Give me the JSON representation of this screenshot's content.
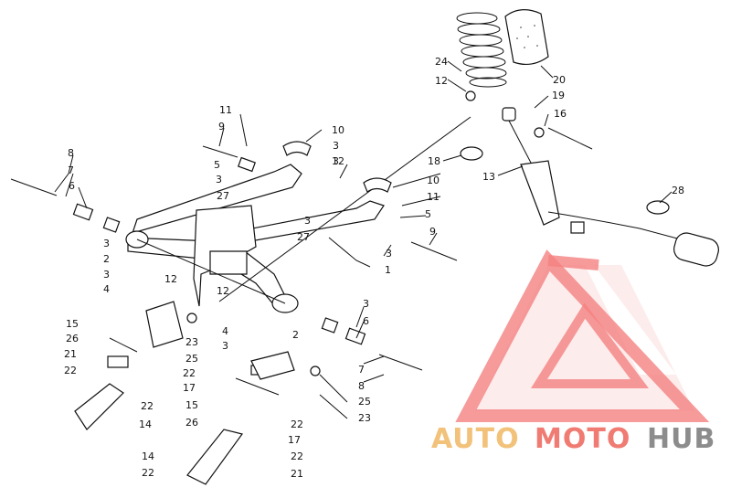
{
  "watermark": {
    "word_a": "AUTO",
    "word_b": "MOTO",
    "word_c": "HUB",
    "color_a": "#f2c27a",
    "color_b": "#f07b72",
    "color_c": "#8c8c8c",
    "logo_color": "#f26b6b"
  },
  "callouts": [
    {
      "id": "c1",
      "text": "1"
    },
    {
      "id": "c2a",
      "text": "2"
    },
    {
      "id": "c2b",
      "text": "2"
    },
    {
      "id": "c3a",
      "text": "3"
    },
    {
      "id": "c3b",
      "text": "3"
    },
    {
      "id": "c3c",
      "text": "3"
    },
    {
      "id": "c3d",
      "text": "3"
    },
    {
      "id": "c3e",
      "text": "3"
    },
    {
      "id": "c3f",
      "text": "3"
    },
    {
      "id": "c3g",
      "text": "3"
    },
    {
      "id": "c3h",
      "text": "3"
    },
    {
      "id": "c3i",
      "text": "3"
    },
    {
      "id": "c4a",
      "text": "4"
    },
    {
      "id": "c4b",
      "text": "4"
    },
    {
      "id": "c5a",
      "text": "5"
    },
    {
      "id": "c5b",
      "text": "5"
    },
    {
      "id": "c6a",
      "text": "6"
    },
    {
      "id": "c6b",
      "text": "6"
    },
    {
      "id": "c7a",
      "text": "7"
    },
    {
      "id": "c7b",
      "text": "7"
    },
    {
      "id": "c8a",
      "text": "8"
    },
    {
      "id": "c8b",
      "text": "8"
    },
    {
      "id": "c9a",
      "text": "9"
    },
    {
      "id": "c9b",
      "text": "9"
    },
    {
      "id": "c10a",
      "text": "10"
    },
    {
      "id": "c10b",
      "text": "10"
    },
    {
      "id": "c11a",
      "text": "11"
    },
    {
      "id": "c11b",
      "text": "11"
    },
    {
      "id": "c12a",
      "text": "12"
    },
    {
      "id": "c12b",
      "text": "12"
    },
    {
      "id": "c12c",
      "text": "12"
    },
    {
      "id": "c12d",
      "text": "12"
    },
    {
      "id": "c13",
      "text": "13"
    },
    {
      "id": "c14a",
      "text": "14"
    },
    {
      "id": "c14b",
      "text": "14"
    },
    {
      "id": "c15a",
      "text": "15"
    },
    {
      "id": "c15b",
      "text": "15"
    },
    {
      "id": "c16",
      "text": "16"
    },
    {
      "id": "c17a",
      "text": "17"
    },
    {
      "id": "c17b",
      "text": "17"
    },
    {
      "id": "c18",
      "text": "18"
    },
    {
      "id": "c19",
      "text": "19"
    },
    {
      "id": "c20",
      "text": "20"
    },
    {
      "id": "c21a",
      "text": "21"
    },
    {
      "id": "c21b",
      "text": "21"
    },
    {
      "id": "c22a",
      "text": "22"
    },
    {
      "id": "c22b",
      "text": "22"
    },
    {
      "id": "c22c",
      "text": "22"
    },
    {
      "id": "c22d",
      "text": "22"
    },
    {
      "id": "c22e",
      "text": "22"
    },
    {
      "id": "c22f",
      "text": "22"
    },
    {
      "id": "c23a",
      "text": "23"
    },
    {
      "id": "c23b",
      "text": "23"
    },
    {
      "id": "c24",
      "text": "24"
    },
    {
      "id": "c25a",
      "text": "25"
    },
    {
      "id": "c25b",
      "text": "25"
    },
    {
      "id": "c26a",
      "text": "26"
    },
    {
      "id": "c26b",
      "text": "26"
    },
    {
      "id": "c27a",
      "text": "27"
    },
    {
      "id": "c27b",
      "text": "27"
    },
    {
      "id": "c28",
      "text": "28"
    }
  ]
}
